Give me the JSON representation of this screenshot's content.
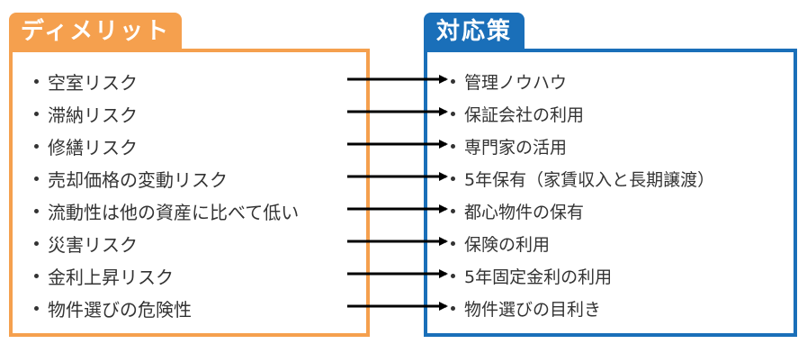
{
  "demerits": {
    "title": "ディメリット",
    "items": [
      "空室リスク",
      "滞納リスク",
      "修繕リスク",
      "売却価格の変動リスク",
      "流動性は他の資産に比べて低い",
      "災害リスク",
      "金利上昇リスク",
      "物件選びの危険性"
    ]
  },
  "countermeasures": {
    "title": "対応策",
    "items": [
      "管理ノウハウ",
      "保証会社の利用",
      "専門家の活用",
      "5年保有（家賃収入と長期譲渡）",
      "都心物件の保有",
      "保険の利用",
      "5年固定金利の利用",
      "物件選びの目利き"
    ]
  },
  "colors": {
    "demerit_accent": "#f5a04e",
    "countermeasure_accent": "#1a6fb9",
    "arrow": "#000000",
    "text": "#333333"
  }
}
